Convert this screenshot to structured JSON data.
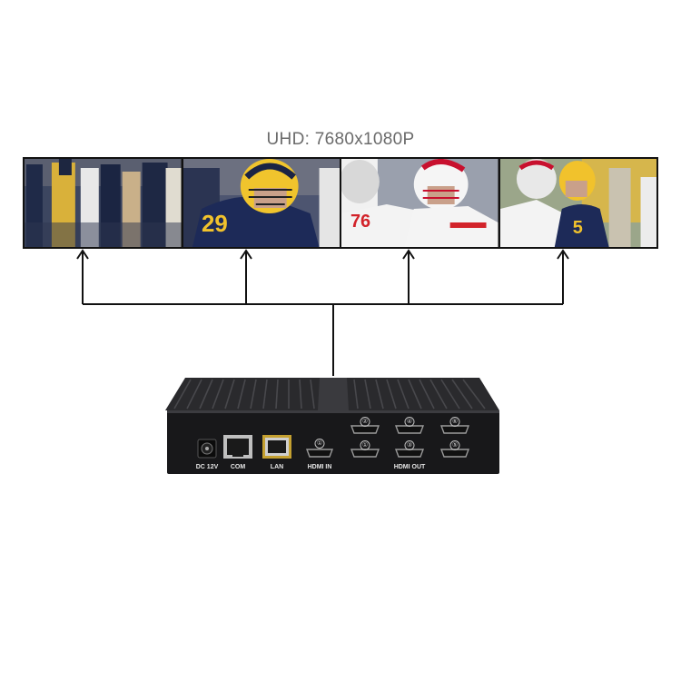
{
  "resolution_label": "UHD: 7680x1080P",
  "device": {
    "ports": {
      "power": "DC 12V",
      "com": "COM",
      "lan": "LAN",
      "hdmi_in": "HDMI IN",
      "hdmi_out": "HDMI OUT"
    },
    "output_numbers": [
      "②",
      "④",
      "⑥",
      "①",
      "③",
      "⑤"
    ],
    "input_number": "①"
  }
}
